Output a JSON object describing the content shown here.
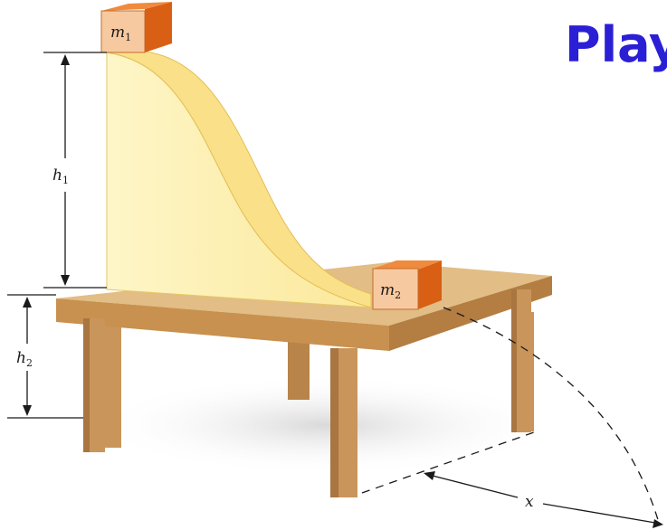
{
  "title": "Play",
  "labels": {
    "m1": {
      "base": "m",
      "sub": "1"
    },
    "m2": {
      "base": "m",
      "sub": "2"
    },
    "h1": {
      "base": "h",
      "sub": "1"
    },
    "h2": {
      "base": "h",
      "sub": "2"
    },
    "x": "x"
  },
  "colors": {
    "title": "#2b1fd6",
    "ramp": "#fdf3b8",
    "table_top": "#e2bd86",
    "table_edge": "#c8914f",
    "legs": "#c9955a",
    "block_front": "#f7c9a0",
    "block_side": "#d85f14",
    "block_top": "#f08a3c"
  }
}
